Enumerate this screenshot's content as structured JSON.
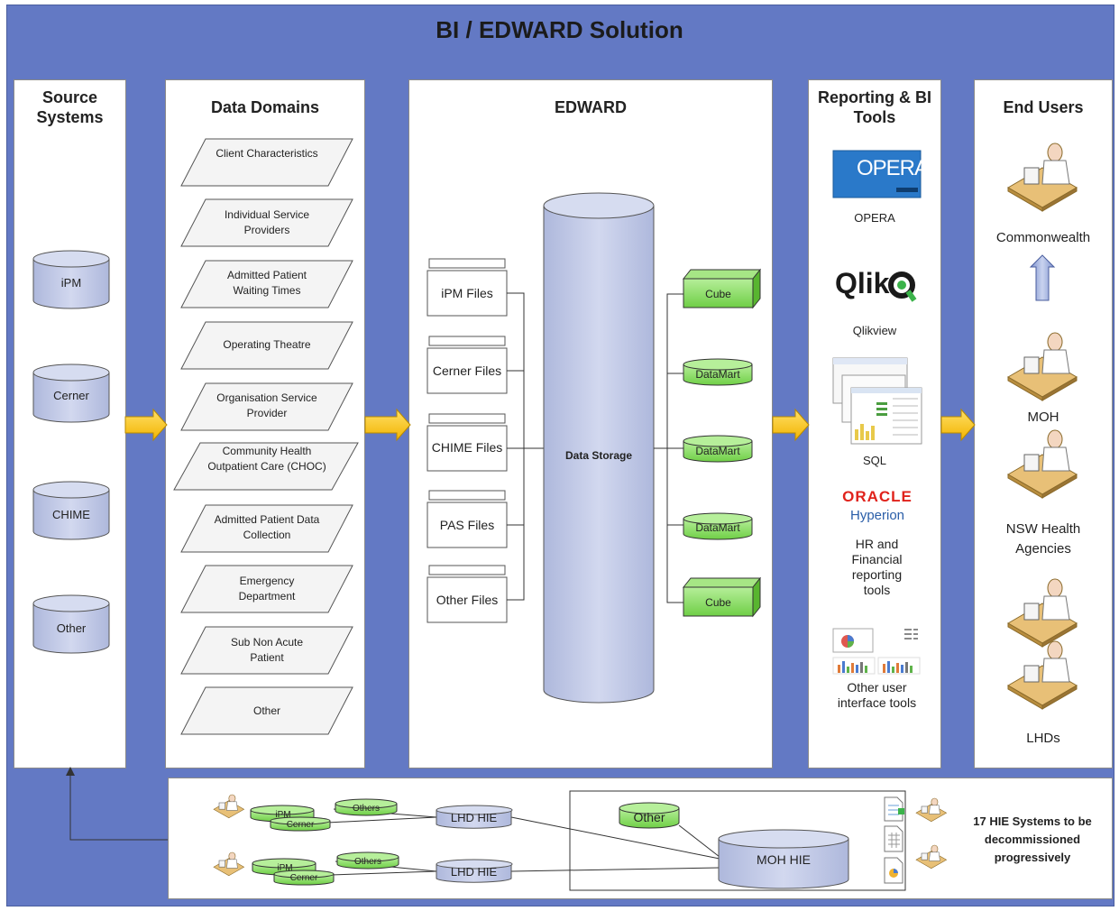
{
  "title": "BI / EDWARD Solution",
  "source_systems": {
    "heading": "Source Systems",
    "items": [
      "iPM",
      "Cerner",
      "CHIME",
      "Other"
    ]
  },
  "data_domains": {
    "heading": "Data Domains",
    "items": [
      "Client Characteristics",
      "Individual Service Providers",
      "Admitted Patient Waiting Times",
      "Operating Theatre",
      "Organisation Service Provider",
      "Community Health Outpatient Care (CHOC)",
      "Admitted Patient Data Collection",
      "Emergency Department",
      "Sub Non Acute Patient",
      "Other"
    ]
  },
  "edward": {
    "heading": "EDWARD",
    "files": [
      "iPM Files",
      "Cerner Files",
      "CHIME Files",
      "PAS Files",
      "Other Files"
    ],
    "storage": "Data Storage",
    "outputs": [
      "Cube",
      "DataMart",
      "DataMart",
      "DataMart",
      "Cube"
    ]
  },
  "tools": {
    "heading": "Reporting & BI Tools",
    "opera_logo": "OPERA",
    "opera": "OPERA",
    "qlik_logo": "Qlik",
    "qlikview": "Qlikview",
    "sql": "SQL",
    "oracle_logo": "ORACLE",
    "hyperion_logo": "Hyperion",
    "hr": "HR and Financial reporting tools",
    "other": "Other user interface tools"
  },
  "end_users": {
    "heading": "End Users",
    "items": [
      "Commonwealth",
      "MOH",
      "NSW Health Agencies",
      "LHDs"
    ]
  },
  "hie": {
    "others1": "Others",
    "ipm1": "iPM",
    "cerner1": "Cerner",
    "lhd1": "LHD HIE",
    "others2": "Others",
    "ipm2": "iPM",
    "cerner2": "Cerner",
    "lhd2": "LHD HIE",
    "other": "Other",
    "moh": "MOH HIE",
    "note": "17 HIE Systems to be decommissioned progressively"
  },
  "colors": {
    "background": "#6379c4",
    "arrow": "#f6c200",
    "cube_green": "#7ed957",
    "cylinder": "#c3cbe6"
  }
}
